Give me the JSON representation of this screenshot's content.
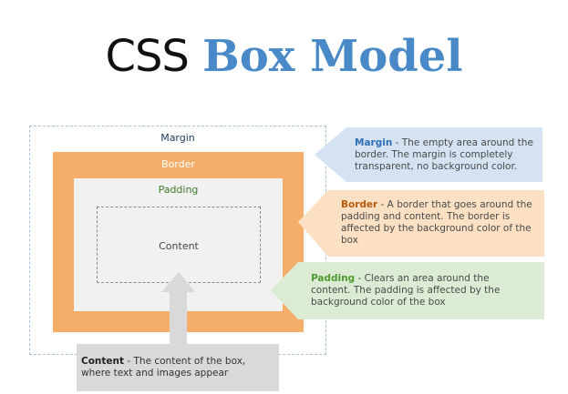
{
  "title": {
    "part1": "CSS",
    "part2": "Box Model"
  },
  "boxes": {
    "margin": "Margin",
    "border": "Border",
    "padding": "Padding",
    "content": "Content"
  },
  "callouts": {
    "margin": {
      "term": "Margin",
      "text": " - The empty area around the border. The margin is completely transparent, no background color."
    },
    "border": {
      "term": "Border",
      "text": " - A border that goes around the padding and content. The border is affected by the background color of the box"
    },
    "padding": {
      "term": "Padding",
      "text": " - Clears an area around the content. The padding is affected by the background color of the box"
    },
    "content": {
      "term": "Content",
      "text": " - The content of the box, where text and images appear"
    }
  },
  "colors": {
    "margin_callout": "#d4e2f2",
    "margin_term": "#2f6fb5",
    "border_box": "#f4ae6a",
    "border_callout": "#fbe0c4",
    "border_term": "#b85a0e",
    "padding_box": "#f1f1f1",
    "padding_callout": "#dcebd3",
    "padding_term": "#4f9a2f",
    "content_callout": "#d9d9d9",
    "content_term": "#222222"
  }
}
